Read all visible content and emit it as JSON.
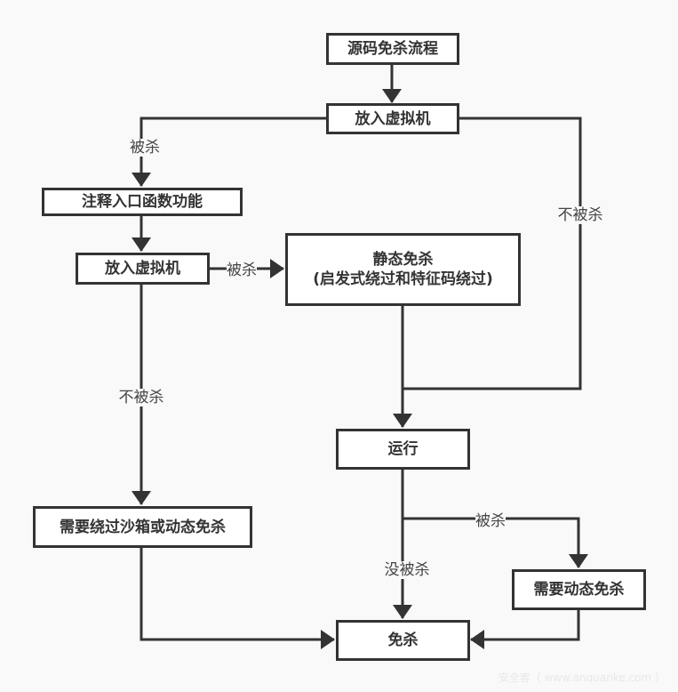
{
  "title": "源码免杀流程",
  "nodes": {
    "start": "源码免杀流程",
    "vm1": "放入虚拟机",
    "comment": "注释入口函数功能",
    "vm2": "放入虚拟机",
    "static_title": "静态免杀",
    "static_sub": "(启发式绕过和特征码绕过)",
    "run": "运行",
    "sandbox": "需要绕过沙箱或动态免杀",
    "dynamic": "需要动态免杀",
    "done": "免杀"
  },
  "edges": {
    "vm1_killed": "被杀",
    "vm1_not_killed": "不被杀",
    "vm2_killed": "被杀",
    "vm2_not_killed": "不被杀",
    "run_killed": "被杀",
    "run_not_killed": "没被杀"
  },
  "watermark": "安全客（ www.anquanke.com ）"
}
